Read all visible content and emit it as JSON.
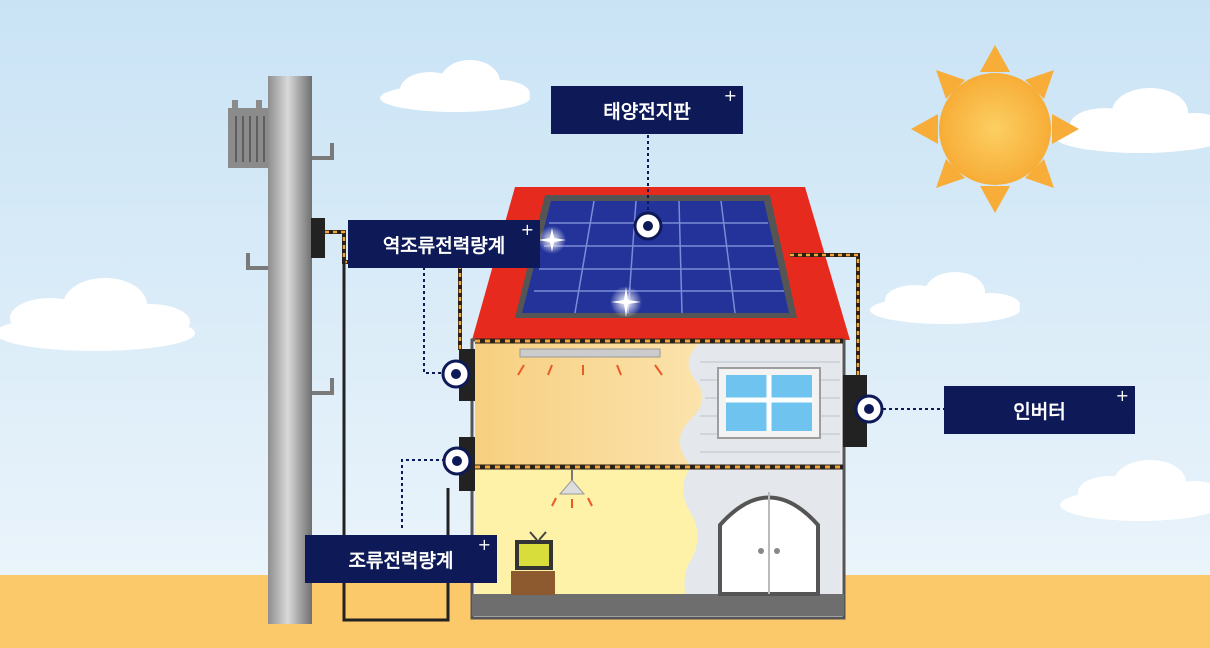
{
  "labels": {
    "solar_panel": "태양전지판",
    "reverse_meter": "역조류전력량계",
    "inverter": "인버터",
    "forward_meter": "조류전력량계"
  },
  "plus_symbol": "+",
  "colors": {
    "label_bg": "#0e1957",
    "sky": "#d6e9f6",
    "ground": "#fbc86a",
    "roof": "#e62b1e",
    "sun": "#fbb83b",
    "panel": "#23339a"
  }
}
